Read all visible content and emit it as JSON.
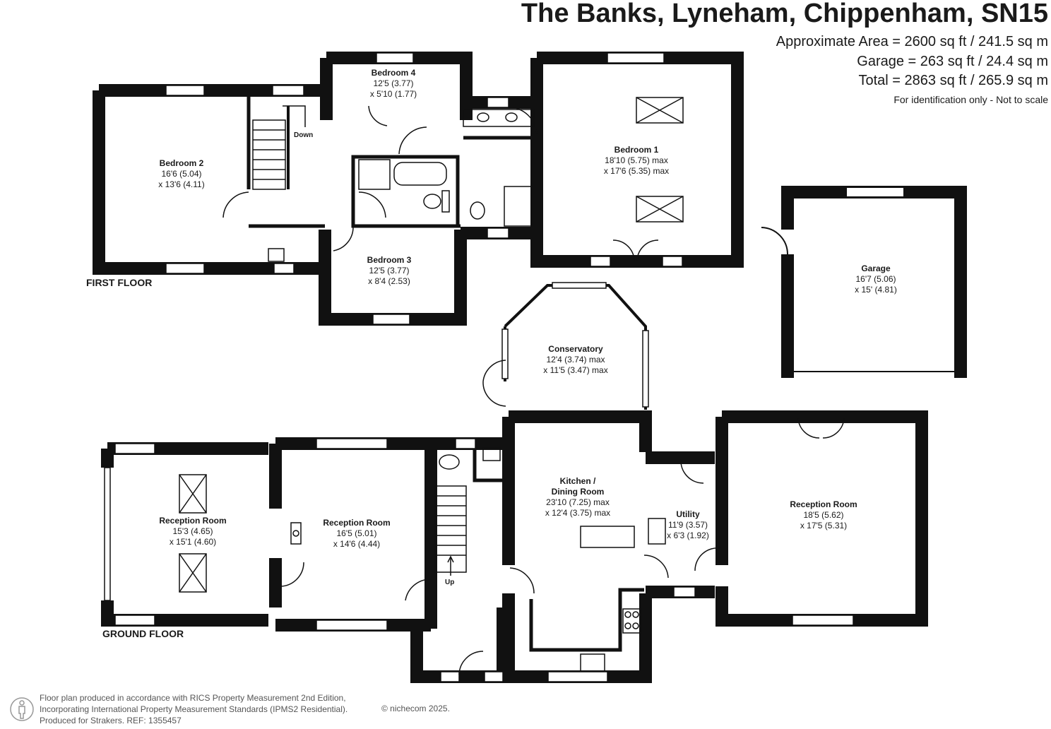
{
  "header": {
    "title": "The Banks, Lyneham, Chippenham, SN15",
    "area_line": "Approximate Area = 2600 sq ft / 241.5 sq m",
    "garage_line": "Garage = 263 sq ft / 24.4 sq m",
    "total_line": "Total = 2863 sq ft / 265.9 sq m",
    "note": "For identification only - Not to scale"
  },
  "floors": {
    "first": "FIRST FLOOR",
    "ground": "GROUND FLOOR"
  },
  "rooms": {
    "bedroom2": {
      "name": "Bedroom 2",
      "dim1": "16'6 (5.04)",
      "dim2": "x 13'6 (4.11)"
    },
    "bedroom4": {
      "name": "Bedroom 4",
      "dim1": "12'5 (3.77)",
      "dim2": "x 5'10 (1.77)"
    },
    "bedroom1": {
      "name": "Bedroom 1",
      "dim1": "18'10 (5.75) max",
      "dim2": "x 17'6 (5.35) max"
    },
    "bedroom3": {
      "name": "Bedroom 3",
      "dim1": "12'5 (3.77)",
      "dim2": "x 8'4 (2.53)"
    },
    "garage": {
      "name": "Garage",
      "dim1": "16'7 (5.06)",
      "dim2": "x 15' (4.81)"
    },
    "conservatory": {
      "name": "Conservatory",
      "dim1": "12'4 (3.74) max",
      "dim2": "x 11'5 (3.47) max"
    },
    "reception_left": {
      "name": "Reception Room",
      "dim1": "15'3 (4.65)",
      "dim2": "x 15'1 (4.60)"
    },
    "reception_mid": {
      "name": "Reception Room",
      "dim1": "16'5 (5.01)",
      "dim2": "x 14'6 (4.44)"
    },
    "kitchen": {
      "name1": "Kitchen /",
      "name2": "Dining Room",
      "dim1": "23'10 (7.25) max",
      "dim2": "x 12'4 (3.75) max"
    },
    "utility": {
      "name": "Utility",
      "dim1": "11'9 (3.57)",
      "dim2": "x 6'3 (1.92)"
    },
    "reception_right": {
      "name": "Reception Room",
      "dim1": "18'5 (5.62)",
      "dim2": "x 17'5 (5.31)"
    }
  },
  "stairs": {
    "down": "Down",
    "up": "Up"
  },
  "footer": {
    "line1": "Floor plan produced in accordance with RICS Property Measurement 2nd Edition,",
    "line2": "Incorporating International Property Measurement Standards (IPMS2 Residential).",
    "line3": "Produced for Strakers.   REF: 1355457",
    "copyright": "© nichecom 2025."
  },
  "colors": {
    "wall": "#111111",
    "window": "#ffffff",
    "text": "#1a1a1a"
  }
}
